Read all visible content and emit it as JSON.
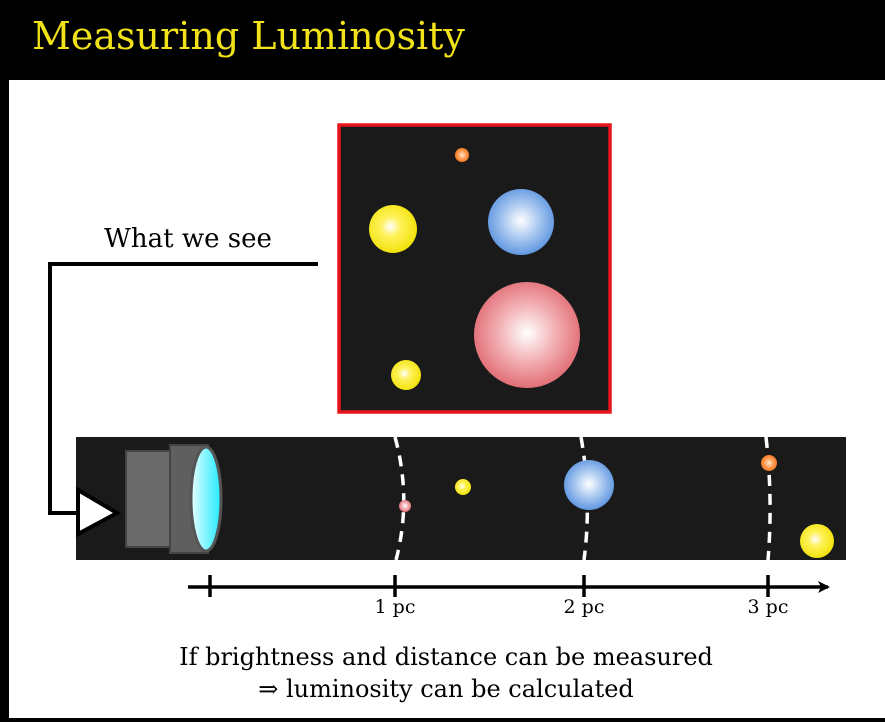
{
  "title": "Measuring Luminosity",
  "what_we_see_label": "What we see",
  "axis": {
    "ticks": [
      {
        "label": ""
      },
      {
        "label": "1 pc"
      },
      {
        "label": "2 pc"
      },
      {
        "label": "3 pc"
      }
    ]
  },
  "conclusion": {
    "line1": "If brightness and distance can be measured",
    "line2": "⇒ luminosity can be calculated"
  },
  "colors": {
    "title": "#f2e21a",
    "panel_border": "#e8141c",
    "space": "#1a1a1a",
    "star_yellow": "#ffee00",
    "star_blue": "#5a95e0",
    "star_red": "#e06068",
    "star_orange": "#ff7a20",
    "lens": "#30f0ff"
  }
}
